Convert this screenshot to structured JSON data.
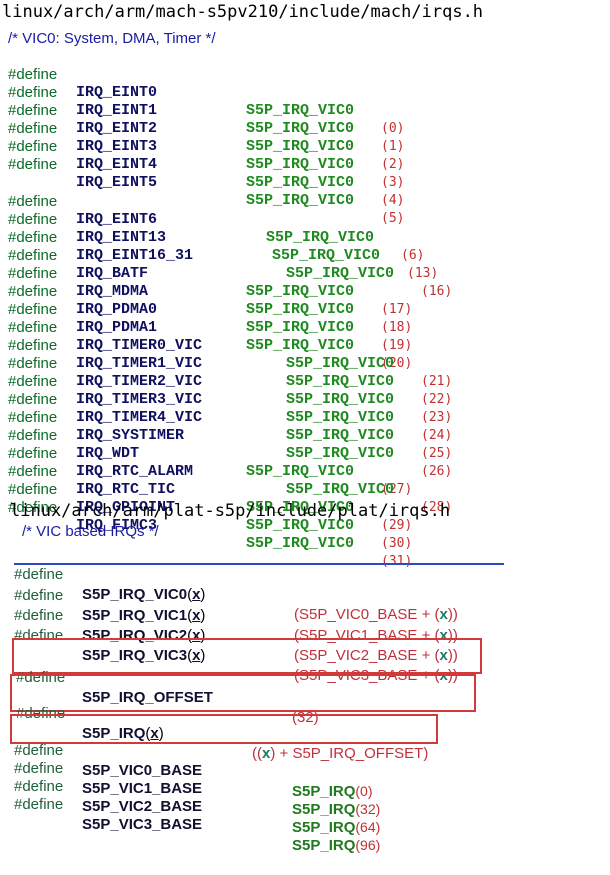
{
  "file1": {
    "path": "linux/arch/arm/mach-s5pv210/include/mach/irqs.h",
    "comment": "/* VIC0: System, DMA, Timer */",
    "group1": [
      {
        "kw": "#define",
        "name": "IRQ_EINT0",
        "val": "S5P_IRQ_VIC0",
        "param": "(0)"
      },
      {
        "kw": "#define",
        "name": "IRQ_EINT1",
        "val": "S5P_IRQ_VIC0",
        "param": "(1)"
      },
      {
        "kw": "#define",
        "name": "IRQ_EINT2",
        "val": "S5P_IRQ_VIC0",
        "param": "(2)"
      },
      {
        "kw": "#define",
        "name": "IRQ_EINT3",
        "val": "S5P_IRQ_VIC0",
        "param": "(3)"
      },
      {
        "kw": "#define",
        "name": "IRQ_EINT4",
        "val": "S5P_IRQ_VIC0",
        "param": "(4)"
      },
      {
        "kw": "#define",
        "name": "IRQ_EINT5",
        "val": "S5P_IRQ_VIC0",
        "param": "(5)"
      }
    ],
    "group2": [
      {
        "kw": "#define",
        "name": "IRQ_EINT6",
        "val": "S5P_IRQ_VIC0",
        "param": "(6)"
      },
      {
        "kw": "#define",
        "name": "IRQ_EINT13",
        "val": "S5P_IRQ_VIC0",
        "param": "(13)"
      },
      {
        "kw": "#define",
        "name": "IRQ_EINT16_31",
        "val": "S5P_IRQ_VIC0",
        "param": "(16)"
      },
      {
        "kw": "#define",
        "name": "IRQ_BATF",
        "val": "S5P_IRQ_VIC0",
        "param": "(17)"
      },
      {
        "kw": "#define",
        "name": "IRQ_MDMA",
        "val": "S5P_IRQ_VIC0",
        "param": "(18)"
      },
      {
        "kw": "#define",
        "name": "IRQ_PDMA0",
        "val": "S5P_IRQ_VIC0",
        "param": "(19)"
      },
      {
        "kw": "#define",
        "name": "IRQ_PDMA1",
        "val": "S5P_IRQ_VIC0",
        "param": "(20)"
      },
      {
        "kw": "#define",
        "name": "IRQ_TIMER0_VIC",
        "val": "S5P_IRQ_VIC0",
        "param": "(21)"
      },
      {
        "kw": "#define",
        "name": "IRQ_TIMER1_VIC",
        "val": "S5P_IRQ_VIC0",
        "param": "(22)"
      },
      {
        "kw": "#define",
        "name": "IRQ_TIMER2_VIC",
        "val": "S5P_IRQ_VIC0",
        "param": "(23)"
      },
      {
        "kw": "#define",
        "name": "IRQ_TIMER3_VIC",
        "val": "S5P_IRQ_VIC0",
        "param": "(24)"
      },
      {
        "kw": "#define",
        "name": "IRQ_TIMER4_VIC",
        "val": "S5P_IRQ_VIC0",
        "param": "(25)"
      },
      {
        "kw": "#define",
        "name": "IRQ_SYSTIMER",
        "val": "S5P_IRQ_VIC0",
        "param": "(26)"
      },
      {
        "kw": "#define",
        "name": "IRQ_WDT",
        "val": "S5P_IRQ_VIC0",
        "param": "(27)"
      },
      {
        "kw": "#define",
        "name": "IRQ_RTC_ALARM",
        "val": "S5P_IRQ_VIC0",
        "param": "(28)"
      },
      {
        "kw": "#define",
        "name": "IRQ_RTC_TIC",
        "val": "S5P_IRQ_VIC0",
        "param": "(29)"
      },
      {
        "kw": "#define",
        "name": "IRQ_GPIOINT",
        "val": "S5P_IRQ_VIC0",
        "param": "(30)"
      },
      {
        "kw": "#define",
        "name": "IRQ_FIMC3",
        "val": "S5P_IRQ_VIC0",
        "param": "(31)"
      }
    ]
  },
  "file2": {
    "path": "linux/arch/arm/plat-s5p/include/plat/irqs.h",
    "comment": "/* VIC based IRQs */",
    "vic_lines": [
      {
        "kw": "#define",
        "name": "S5P_IRQ_VIC0",
        "arg": "x",
        "base": "S5P_VIC0_BASE",
        "plus": " + ",
        "x": "x"
      },
      {
        "kw": "#define",
        "name": "S5P_IRQ_VIC1",
        "arg": "x",
        "base": "S5P_VIC1_BASE",
        "plus": " + ",
        "x": "x"
      },
      {
        "kw": "#define",
        "name": "S5P_IRQ_VIC2",
        "arg": "x",
        "base": "S5P_VIC2_BASE",
        "plus": " + ",
        "x": "x"
      },
      {
        "kw": "#define",
        "name": "S5P_IRQ_VIC3",
        "arg": "x",
        "base": "S5P_VIC3_BASE",
        "plus": " + ",
        "x": "x"
      }
    ],
    "offset": {
      "kw": "#define",
      "name": "S5P_IRQ_OFFSET",
      "val": "(32)"
    },
    "irq": {
      "kw": "#define",
      "name": "S5P_IRQ",
      "arg": "x",
      "x": "x",
      "rest": " + S5P_IRQ_OFFSET"
    },
    "base_lines": [
      {
        "kw": "#define",
        "name": "S5P_VIC0_BASE",
        "val": "S5P_IRQ",
        "param": "(0)"
      },
      {
        "kw": "#define",
        "name": "S5P_VIC1_BASE",
        "val": "S5P_IRQ",
        "param": "(32)"
      },
      {
        "kw": "#define",
        "name": "S5P_VIC2_BASE",
        "val": "S5P_IRQ",
        "param": "(64)"
      },
      {
        "kw": "#define",
        "name": "S5P_VIC3_BASE",
        "val": "S5P_IRQ",
        "param": "(96)"
      }
    ]
  },
  "colors": {
    "highlight_box": "#d23a3a",
    "underline": "#2c4bbd"
  }
}
